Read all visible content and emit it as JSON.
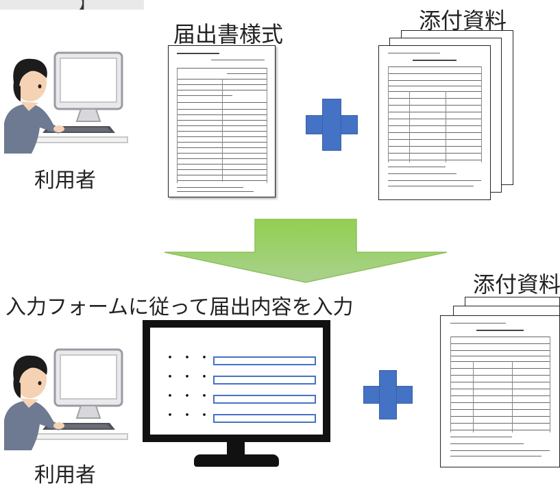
{
  "header": {
    "fragment": "】"
  },
  "top_section": {
    "user_label": "利用者",
    "form_title": "届出書様式",
    "attachments_label": "添付資料"
  },
  "bottom_section": {
    "instruction": "入力フォームに従って届出内容を入力",
    "user_label": "利用者",
    "attachments_label": "添付資料"
  },
  "form_rows_marker": "・・・",
  "colors": {
    "plus": "#4472c4",
    "arrow_top": "#92d050",
    "arrow_bottom": "#a9d18e",
    "input_border": "#4472c4"
  },
  "icons": [
    "user-at-computer-icon",
    "plus-icon",
    "down-arrow-icon",
    "monitor-icon",
    "document-icon"
  ]
}
